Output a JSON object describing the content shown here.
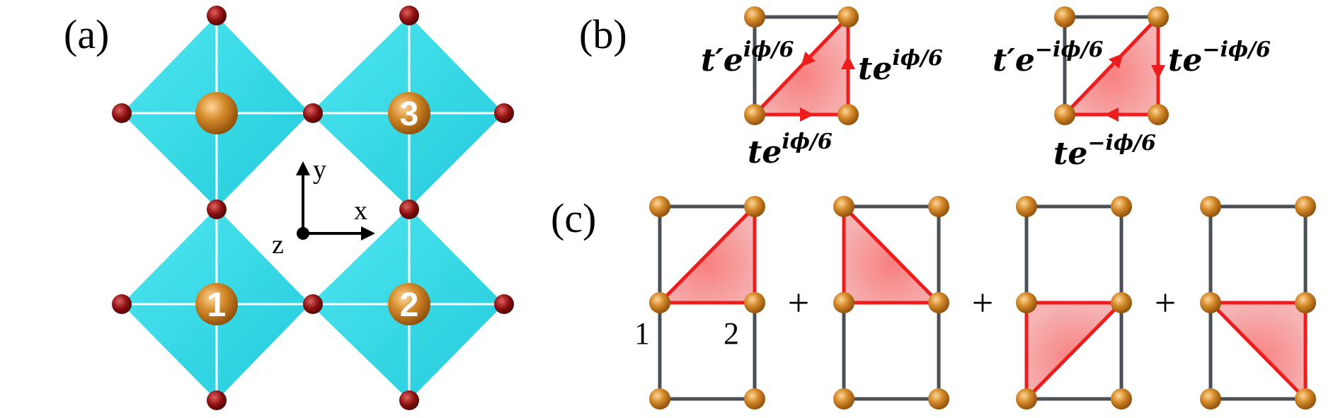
{
  "panels": {
    "a": {
      "label": "(a)"
    },
    "b": {
      "label": "(b)"
    },
    "c": {
      "label": "(c)"
    }
  },
  "axes": {
    "x": "x",
    "y": "y",
    "z": "z"
  },
  "sites": {
    "s1": "1",
    "s2": "2",
    "s3": "3"
  },
  "hopping": {
    "left": {
      "diag_base": "t′e",
      "diag_exp": "iϕ/6",
      "right_base": "te",
      "right_exp": "iϕ/6",
      "bottom_base": "te",
      "bottom_exp": "iϕ/6"
    },
    "right": {
      "diag_base": "t′e",
      "diag_exp": "−iϕ/6",
      "right_base": "te",
      "right_exp": "−iϕ/6",
      "bottom_base": "te",
      "bottom_exp": "−iϕ/6"
    }
  },
  "panel_c": {
    "plus": "+",
    "site1": "1",
    "site2": "2"
  },
  "colors": {
    "octahedron": "#36d9e6",
    "oxygen": "#8b1010",
    "cation": "#c87a1a",
    "triangle_fill": "#f4a3a3",
    "triangle_edge": "#ee1c1c",
    "lattice_edge": "#4a5055"
  }
}
